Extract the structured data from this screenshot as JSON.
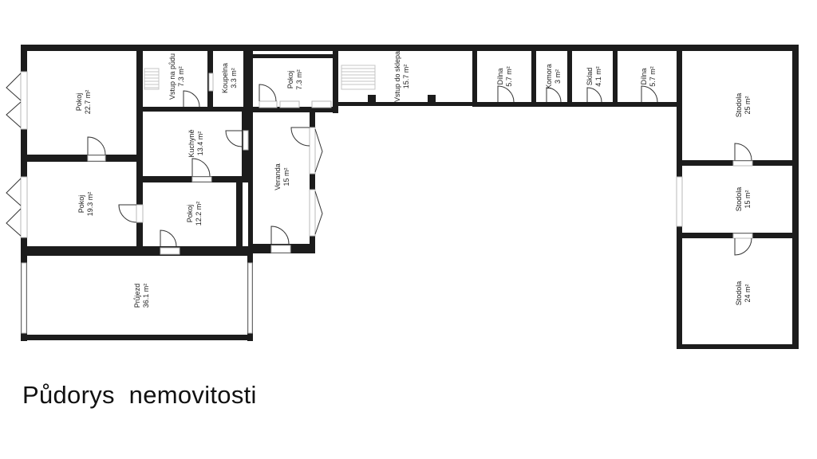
{
  "caption": "Půdorys  nemovitosti",
  "colors": {
    "wall": "#1c1c1c",
    "window": "#c8c8c8",
    "background": "#ffffff"
  },
  "rooms": [
    {
      "id": "pokoj-1",
      "name": "Pokoj",
      "area": "22.7 m²"
    },
    {
      "id": "vstup-na-pudu",
      "name": "Vstup na půdu",
      "area": "7.3 m²"
    },
    {
      "id": "koupelna",
      "name": "Koupelna",
      "area": "3.3 m²"
    },
    {
      "id": "pokoj-2",
      "name": "Pokoj",
      "area": "7.3 m²"
    },
    {
      "id": "vstup-do-sklepa",
      "name": "Vstup do sklepa",
      "area": "15.7 m²"
    },
    {
      "id": "dilna-1",
      "name": "Dílna",
      "area": "5.7 m²"
    },
    {
      "id": "komora",
      "name": "Komora",
      "area": "3 m²"
    },
    {
      "id": "sklad",
      "name": "Sklad",
      "area": "4.1 m²"
    },
    {
      "id": "dilna-2",
      "name": "Dílna",
      "area": "5.7 m²"
    },
    {
      "id": "stodola-1",
      "name": "Stodola",
      "area": "25 m²"
    },
    {
      "id": "kuchyne",
      "name": "Kuchyně",
      "area": "13.4 m²"
    },
    {
      "id": "veranda",
      "name": "Veranda",
      "area": "15 m²"
    },
    {
      "id": "pokoj-3",
      "name": "Pokoj",
      "area": "19.3 m²"
    },
    {
      "id": "pokoj-4",
      "name": "Pokoj",
      "area": "12.2 m²"
    },
    {
      "id": "stodola-2",
      "name": "Stodola",
      "area": "15 m²"
    },
    {
      "id": "prujezd",
      "name": "Průjezd",
      "area": "36.1 m²"
    },
    {
      "id": "stodola-3",
      "name": "Stodola",
      "area": "24 m²"
    }
  ]
}
